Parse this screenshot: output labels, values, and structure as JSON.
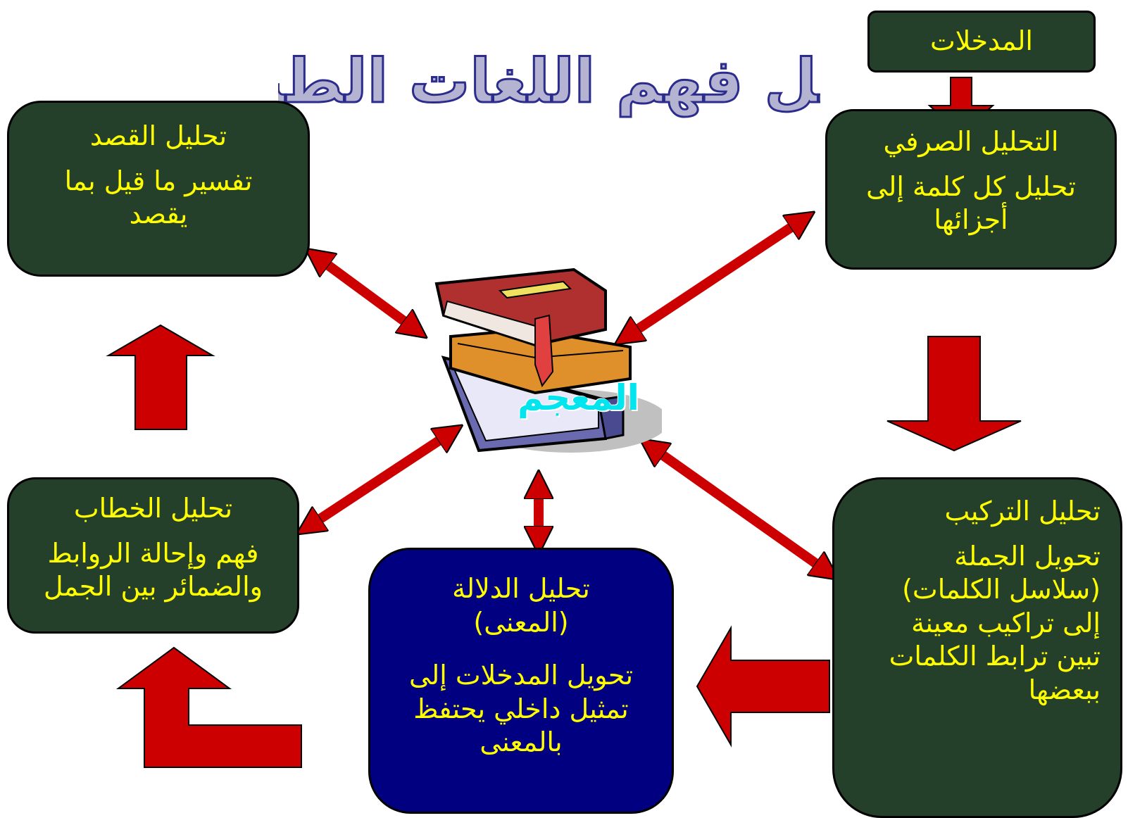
{
  "title": "مراحل فهم اللغات الطبيعية",
  "inputs_box": {
    "label": "المدخلات"
  },
  "central": {
    "label": "المعجم"
  },
  "stages": {
    "morphological": {
      "head": "التحليل الصرفي",
      "body": "تحليل كل كلمة إلى أجزائها"
    },
    "syntactic": {
      "head": "تحليل التركيب",
      "body": "تحويل الجملة (سلاسل الكلمات) إلى تراكيب معينة تبين ترابط الكلمات ببعضها"
    },
    "semantic": {
      "head": "تحليل الدلالة (المعنى)",
      "body": "تحويل المدخلات إلى تمثيل داخلي يحتفظ بالمعنى"
    },
    "discourse": {
      "head": "تحليل الخطاب",
      "body": "فهم وإحالة الروابط والضمائر بين الجمل"
    },
    "intent": {
      "head": "تحليل القصد",
      "body": "تفسير ما قيل بما يقصد"
    }
  },
  "colors": {
    "box_green": "#24402a",
    "box_blue": "#000080",
    "text_yellow": "#ffff00",
    "arrow_red": "#cc0000",
    "title_fill": "#b4b4d2",
    "title_outline": "#2c2c8c",
    "lexicon_label": "#00e5ee"
  },
  "icons": {
    "central_image": "stacked-books-icon"
  }
}
